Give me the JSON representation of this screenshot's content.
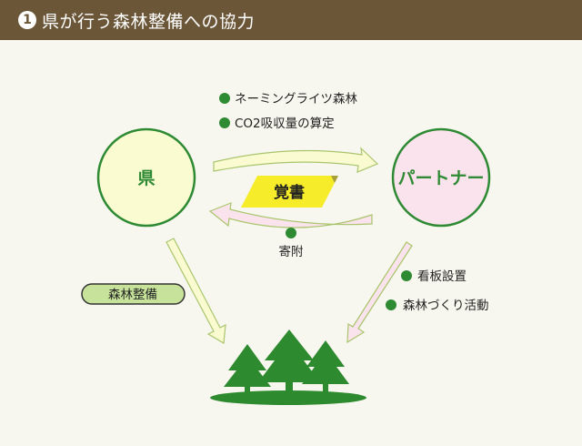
{
  "header": {
    "number": "1",
    "title": "県が行う森林整備への協力"
  },
  "nodes": {
    "prefecture": "県",
    "partner": "パートナー"
  },
  "prefecture_to_partner": [
    "ネーミングライツ森林",
    "CO2吸収量の算定"
  ],
  "agreement": "覚書",
  "donation": "寄附",
  "prefecture_to_forest": "森林整備",
  "partner_to_forest": [
    "看板設置",
    "森林づくり活動"
  ],
  "colors": {
    "header_bg": "#6b5638",
    "green": "#2e8a33",
    "prefecture_fill": "#fbfbd2",
    "partner_fill": "#fbe3ee",
    "agreement_fill": "#f7ec2a",
    "label_pill_fill": "#c7e39b",
    "forest_green": "#2d8a2f"
  }
}
